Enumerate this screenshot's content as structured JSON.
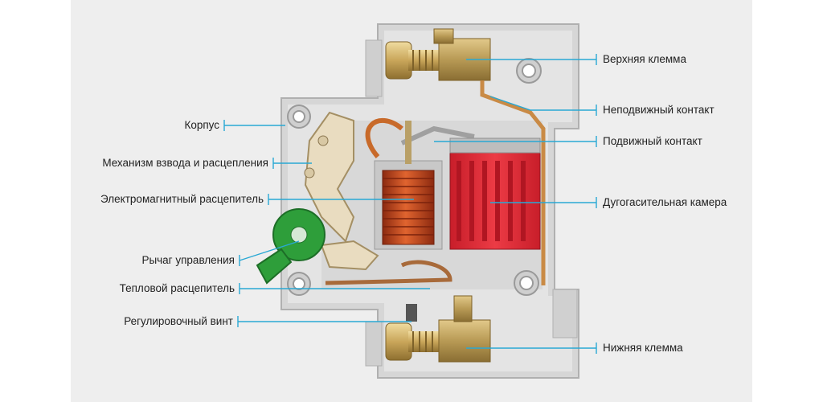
{
  "colors": {
    "background": "#eeeeee",
    "leader_line": "#29a8d4",
    "housing": "#d9d9d9",
    "arc_chamber": "#e8323c",
    "coil": "#c8431c",
    "lever": "#2e9e3a",
    "brass": "#b89a55"
  },
  "labels": {
    "left": [
      {
        "id": "korpus",
        "text": "Корпус"
      },
      {
        "id": "mechanism",
        "text": "Механизм взвода и расцепления"
      },
      {
        "id": "electromagnetic",
        "text": "Электромагнитный расцепитель"
      },
      {
        "id": "lever",
        "text": "Рычаг управления"
      },
      {
        "id": "thermal",
        "text": "Тепловой расцепитель"
      },
      {
        "id": "screw",
        "text": "Регулировочный винт"
      }
    ],
    "right": [
      {
        "id": "top_terminal",
        "text": "Верхняя клемма"
      },
      {
        "id": "fixed_contact",
        "text": "Неподвижный контакт"
      },
      {
        "id": "moving_contact",
        "text": "Подвижный контакт"
      },
      {
        "id": "arc_chamber",
        "text": "Дугогасительная камера"
      },
      {
        "id": "bottom_terminal",
        "text": "Нижняя клемма"
      }
    ]
  }
}
